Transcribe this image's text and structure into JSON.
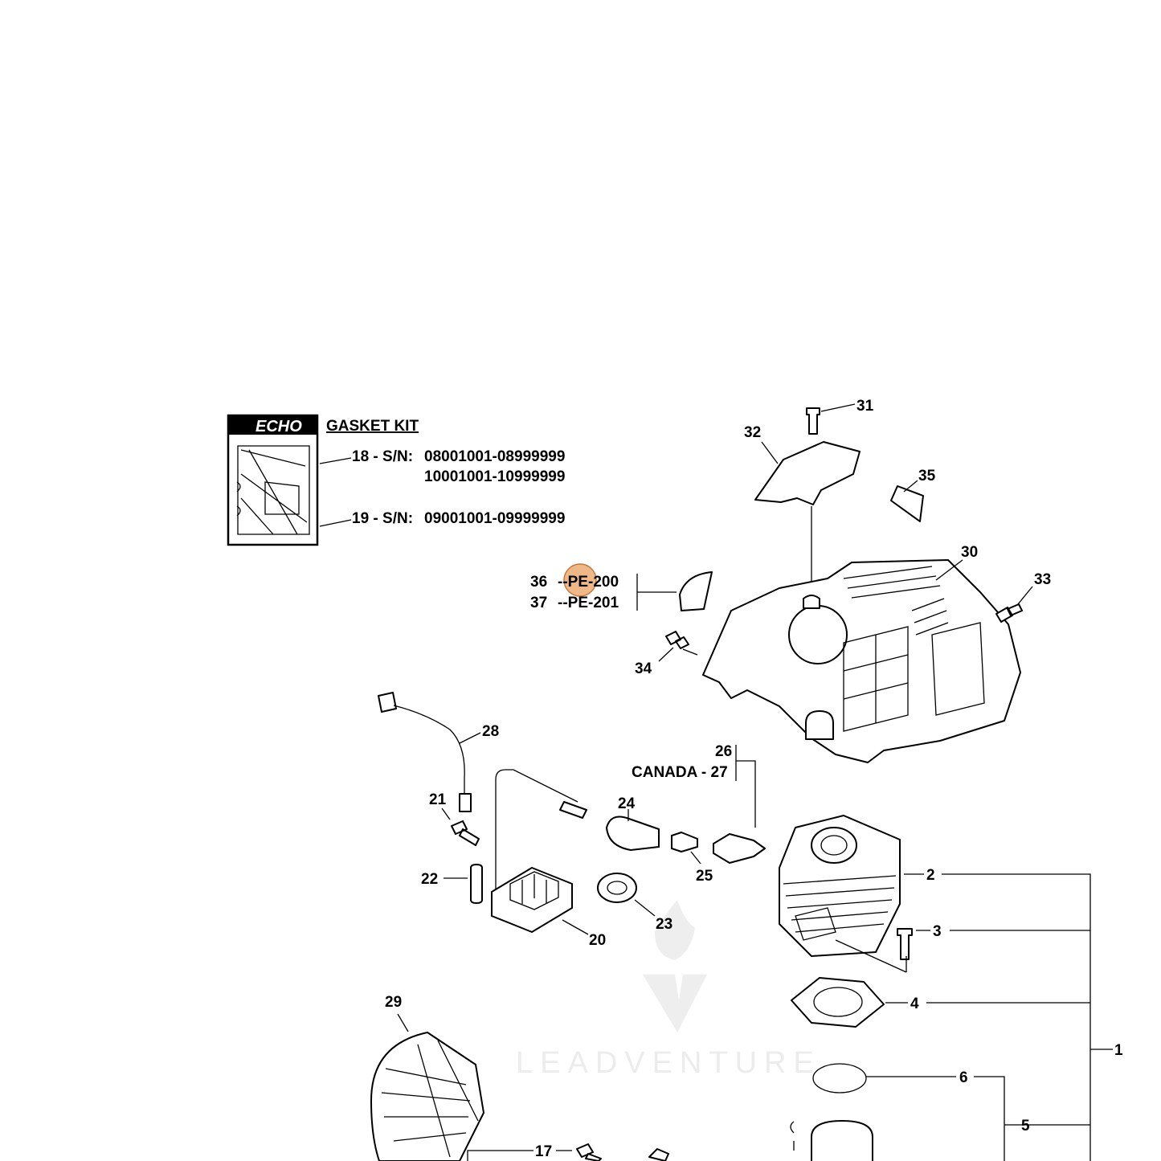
{
  "gasket_kit": {
    "brand": "ECHO",
    "title": "GASKET KIT",
    "entries": [
      {
        "ref": "18 - S/N:",
        "serials": [
          "08001001-08999999",
          "10001001-10999999"
        ]
      },
      {
        "ref": "19 - S/N:",
        "serials": [
          "09001001-09999999"
        ]
      }
    ]
  },
  "decals": [
    {
      "num": "36",
      "code": "--PE-200"
    },
    {
      "num": "37",
      "code": "--PE-201"
    }
  ],
  "spark_plug": {
    "std": "26",
    "canada": "CANADA - 27"
  },
  "callouts": {
    "c1": "1",
    "c2": "2",
    "c3": "3",
    "c4": "4",
    "c5": "5",
    "c6": "6",
    "c17": "17",
    "c20": "20",
    "c21": "21",
    "c22": "22",
    "c23": "23",
    "c24": "24",
    "c25": "25",
    "c28": "28",
    "c29": "29",
    "c30": "30",
    "c31": "31",
    "c32": "32",
    "c33": "33",
    "c34": "34",
    "c35": "35"
  },
  "watermark": {
    "text": "LEADVENTURE"
  },
  "colors": {
    "highlight": "#e8a060",
    "watermark": "#ececec"
  }
}
